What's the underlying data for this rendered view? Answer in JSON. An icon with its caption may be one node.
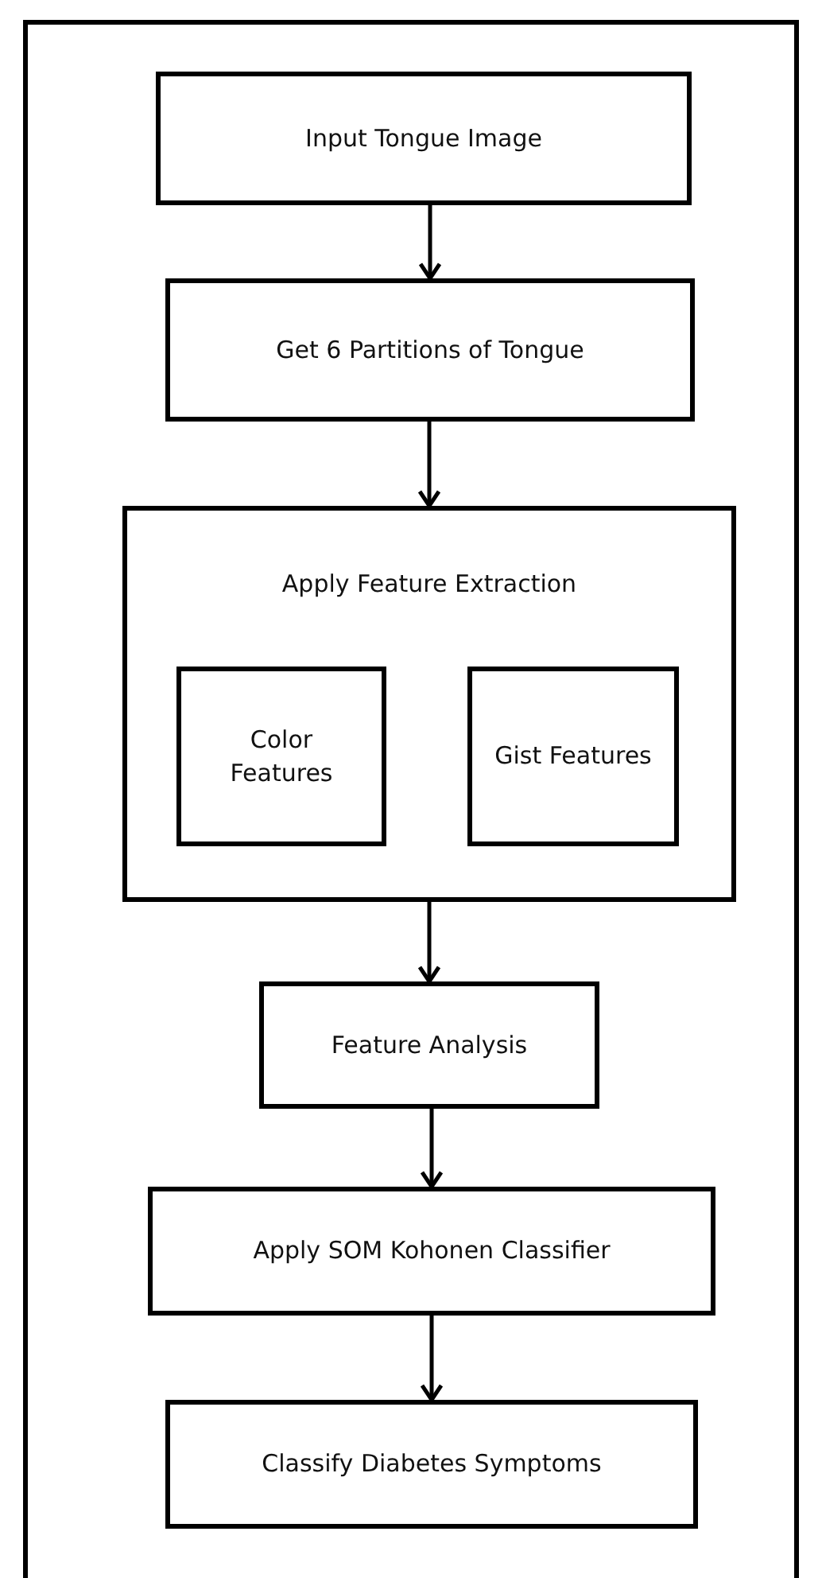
{
  "diagram": {
    "nodes": [
      {
        "text": [
          "Input Tongue Image"
        ]
      },
      {
        "text": [
          "Get 6 Partitions of Tongue"
        ]
      },
      {
        "text": [
          "Apply Feature Extraction"
        ]
      },
      {
        "text": [
          "Color Features"
        ],
        "in": 2
      },
      {
        "text": [
          "Gist Features"
        ],
        "in": 2
      },
      {
        "text": [
          "Feature Analysis"
        ]
      },
      {
        "text": [
          "Apply SOM Kohonen Classifier"
        ]
      },
      {
        "text": [
          "Classify Diabetes Symptoms"
        ]
      }
    ],
    "edges": [
      {
        "from": 0,
        "to": 1,
        "arrow": "to"
      },
      {
        "from": 1,
        "to": 2,
        "arrow": "to"
      },
      {
        "from": 2,
        "to": 5,
        "arrow": "to"
      },
      {
        "from": 5,
        "to": 6,
        "arrow": "to"
      },
      {
        "from": 6,
        "to": 7,
        "arrow": "to"
      }
    ]
  }
}
